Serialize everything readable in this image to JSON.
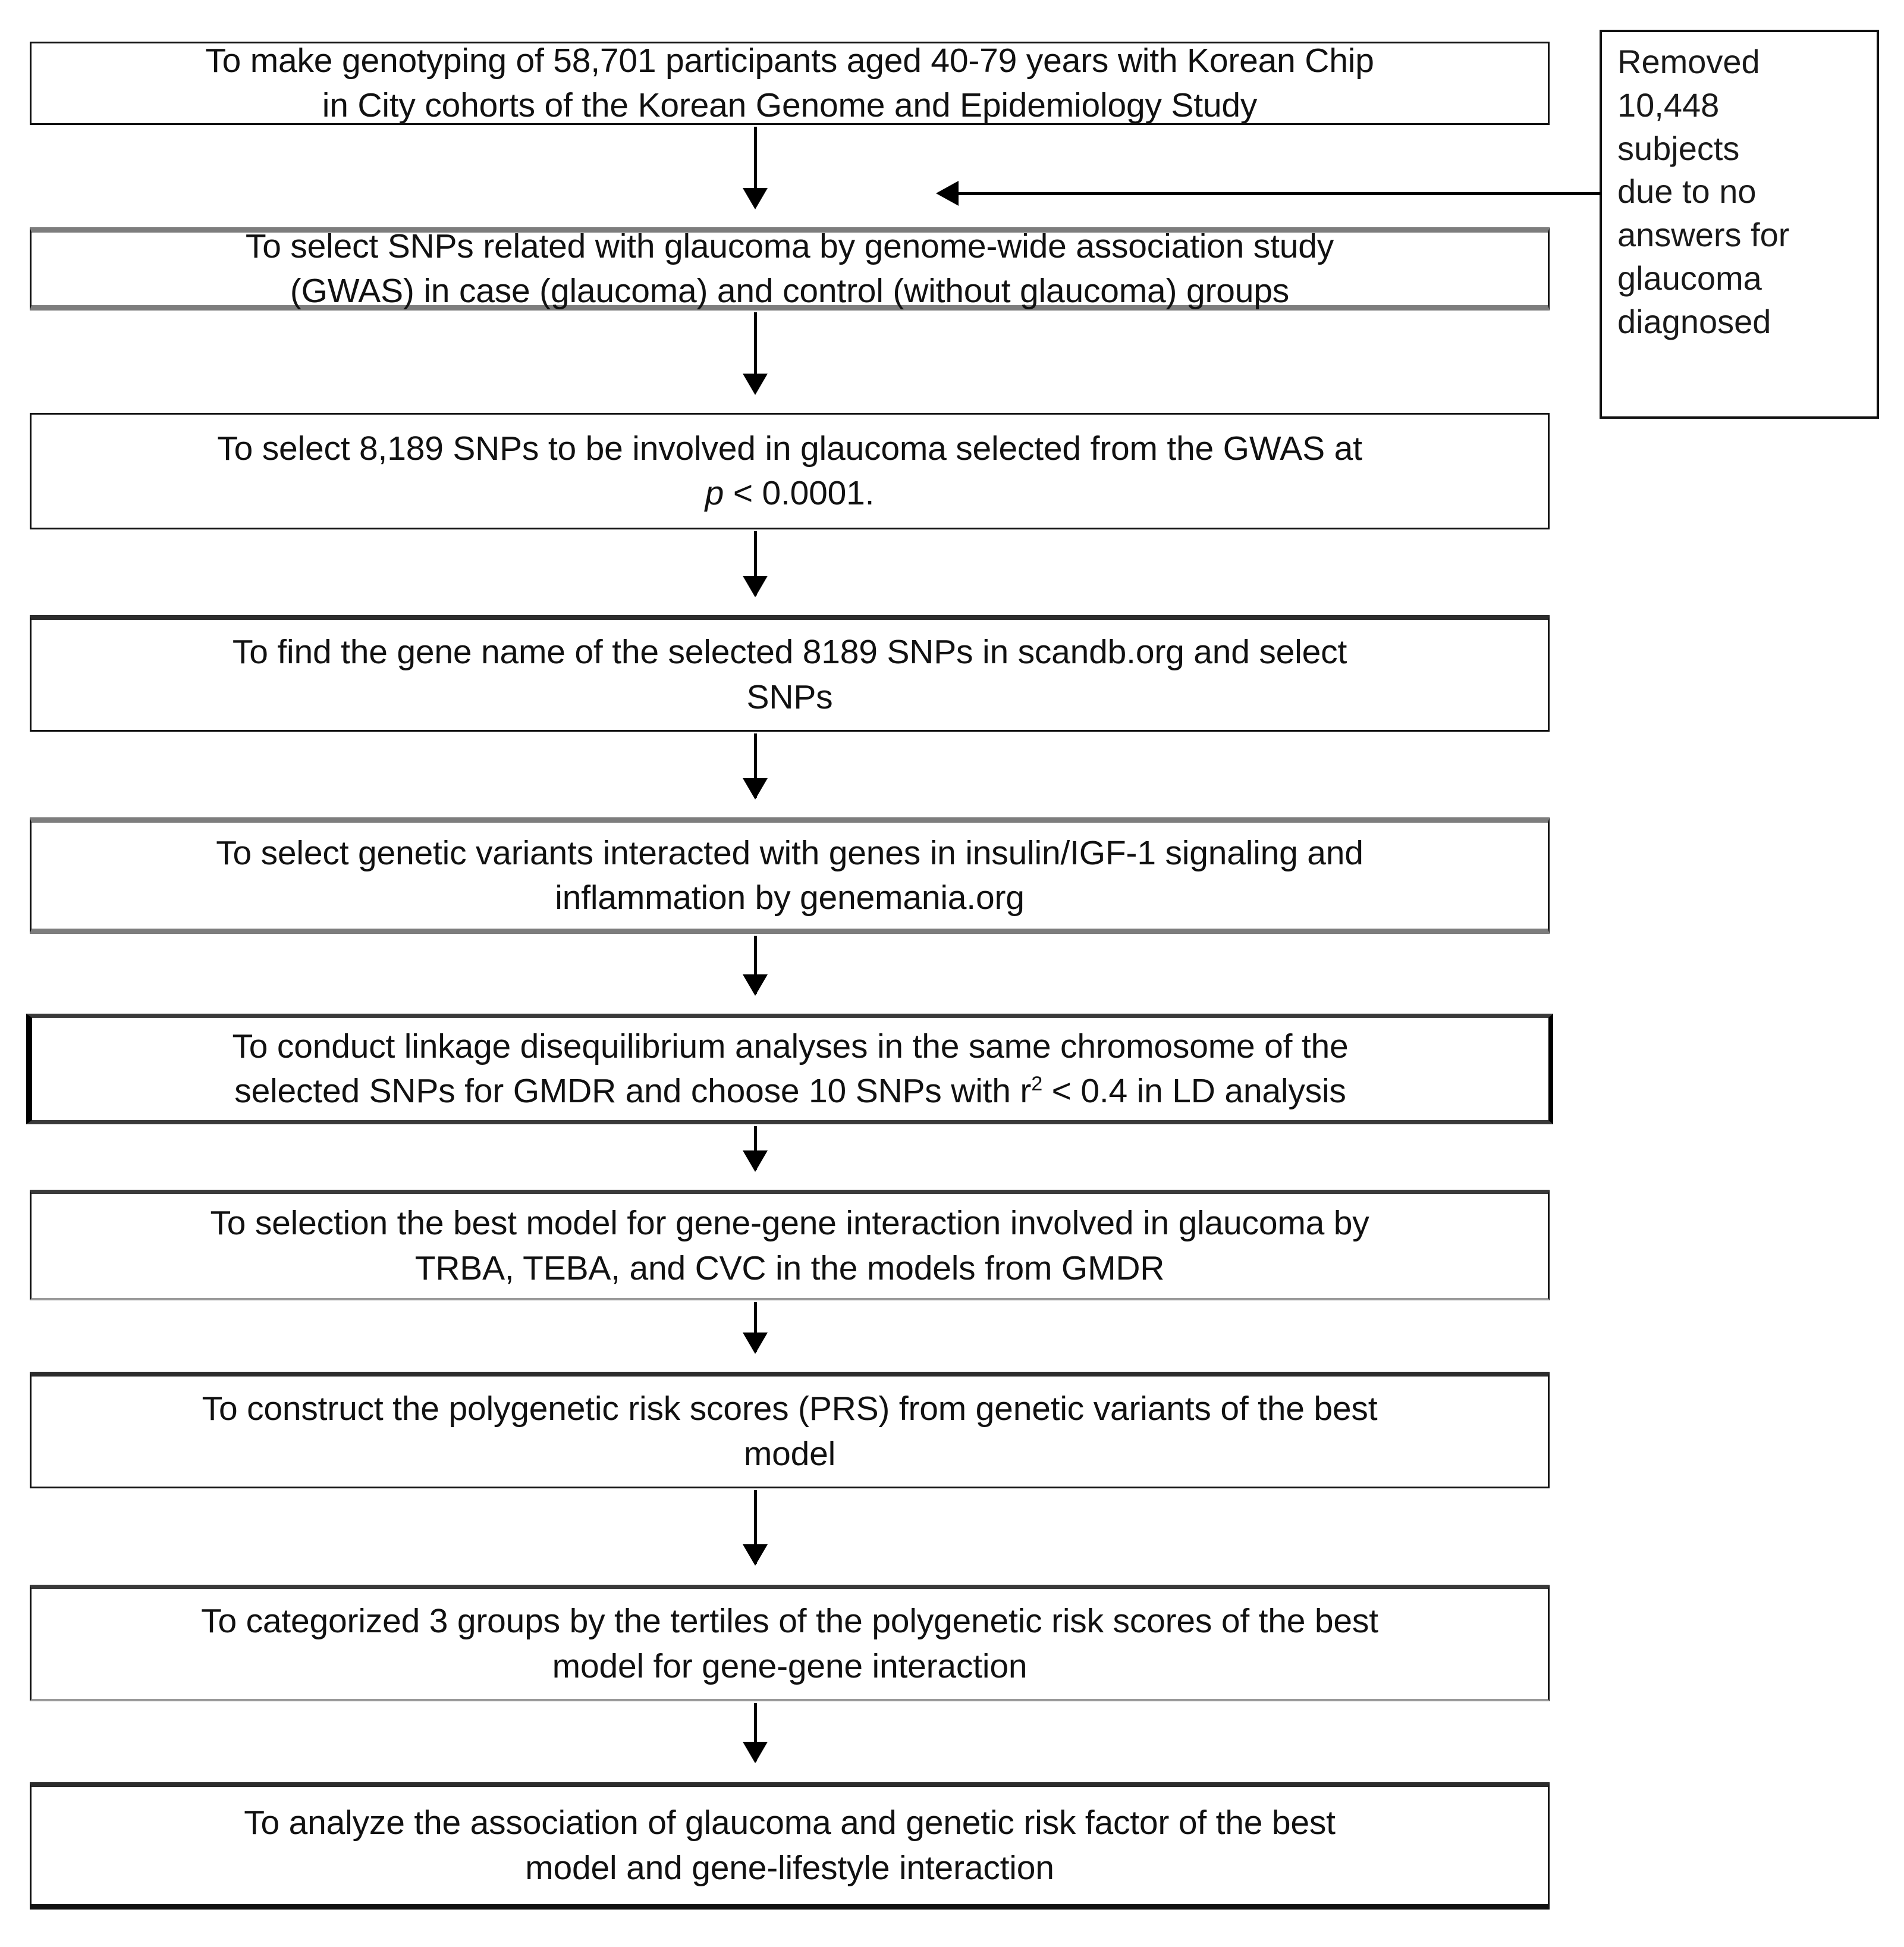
{
  "figure": {
    "type": "flowchart",
    "orientation": "vertical",
    "accent_color": "#000000",
    "box_border_color": "#111111",
    "gray_border_color": "#7d7d7d",
    "background": "#ffffff"
  },
  "steps": [
    {
      "id": "step-1",
      "text": "To make genotyping of 58,701 participants aged 40-79 years with Korean Chip\nin City cohorts of the Korean Genome and Epidemiology Study"
    },
    {
      "id": "step-2",
      "text": "To select SNPs related with glaucoma by genome-wide association study\n(GWAS) in case (glaucoma) and control (without glaucoma) groups"
    },
    {
      "id": "step-3",
      "text_before": "To select 8,189 SNPs to be involved in glaucoma selected from the GWAS at\n",
      "italic_token": "p",
      "text_after": " < 0.0001."
    },
    {
      "id": "step-4",
      "text": "To find the gene name of the selected 8189 SNPs in scandb.org and select\nSNPs"
    },
    {
      "id": "step-5",
      "text": "To select genetic variants interacted with genes in insulin/IGF-1  signaling and\ninflammation by genemania.org"
    },
    {
      "id": "step-6",
      "text_before": "To conduct linkage disequilibrium analyses in the same chromosome of the\nselected SNPs for GMDR and choose 10 SNPs with r",
      "superscript": "2",
      "text_after": " < 0.4 in LD analysis"
    },
    {
      "id": "step-7",
      "text": "To selection the best model for gene-gene interaction involved in glaucoma by\nTRBA, TEBA, and CVC in the models from GMDR"
    },
    {
      "id": "step-8",
      "text": "To construct the polygenetic risk scores (PRS) from genetic variants of the best\nmodel"
    },
    {
      "id": "step-9",
      "text": "To categorized 3 groups by the tertiles of the polygenetic risk scores of the best\nmodel for gene-gene interaction"
    },
    {
      "id": "step-10",
      "text": "To analyze the association of glaucoma and genetic risk factor of the best\nmodel and gene-lifestyle interaction"
    }
  ],
  "exclusion_note": {
    "id": "exclusion-note",
    "text": "Removed\n10,448\nsubjects\ndue to no\nanswers for\nglaucoma\ndiagnosed"
  }
}
